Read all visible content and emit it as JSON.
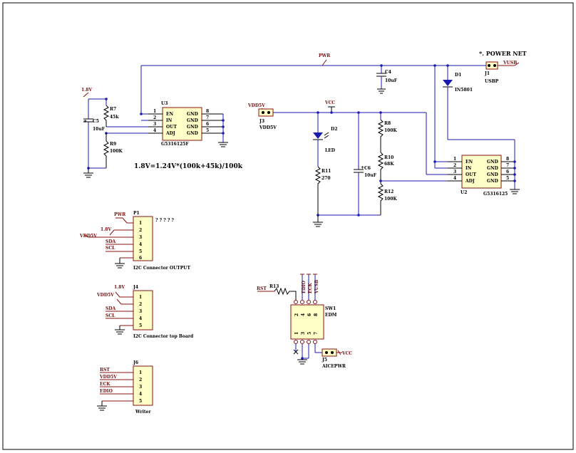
{
  "note": "*. POWER NET",
  "formula": "1.8V=1.24V*(100k+45k)/100k",
  "nets": {
    "pwr": "PWR",
    "v18": "1.8V",
    "vdd5v": "VDD5V",
    "vcc": "VCC",
    "vusb": "VUSB",
    "sda": "SDA",
    "scl": "SCL",
    "rst": "RST",
    "eck": "ECK",
    "edio": "EDIO"
  },
  "u3": {
    "ref": "U3",
    "part": "G5316125F",
    "pins_left": [
      {
        "num": "1",
        "name": "EN"
      },
      {
        "num": "2",
        "name": "IN"
      },
      {
        "num": "3",
        "name": "OUT"
      },
      {
        "num": "4",
        "name": "ADJ"
      }
    ],
    "pins_right": [
      {
        "num": "8",
        "name": "GND"
      },
      {
        "num": "7",
        "name": "GND"
      },
      {
        "num": "6",
        "name": "GND"
      },
      {
        "num": "5",
        "name": "GND"
      }
    ]
  },
  "u2": {
    "ref": "U2",
    "part": "G5316125",
    "pins_left": [
      {
        "num": "1",
        "name": "EN"
      },
      {
        "num": "2",
        "name": "IN"
      },
      {
        "num": "3",
        "name": "OUT"
      },
      {
        "num": "4",
        "name": "ADJ"
      }
    ],
    "pins_right": [
      {
        "num": "8",
        "name": "GND"
      },
      {
        "num": "7",
        "name": "GND"
      },
      {
        "num": "6",
        "name": "GND"
      },
      {
        "num": "5",
        "name": "GND"
      }
    ]
  },
  "r7": {
    "ref": "R7",
    "value": "45k"
  },
  "r9": {
    "ref": "R9",
    "value": "100K"
  },
  "c5": {
    "ref": "C5",
    "value": "10uF"
  },
  "c4": {
    "ref": "C4",
    "value": "10uF"
  },
  "c6": {
    "ref": "C6",
    "value": "10uF"
  },
  "d1": {
    "ref": "D1",
    "value": "IN5801"
  },
  "d2": {
    "ref": "D2",
    "value": "LED"
  },
  "r11": {
    "ref": "R11",
    "value": "270"
  },
  "r8": {
    "ref": "R8",
    "value": "100K"
  },
  "r10": {
    "ref": "R10",
    "value": "68K"
  },
  "r12": {
    "ref": "R12",
    "value": "100K"
  },
  "r13": {
    "ref": "R13"
  },
  "j1": {
    "ref": "J1",
    "value": "USBP"
  },
  "j3": {
    "ref": "J3",
    "value": "VDD5V"
  },
  "j5": {
    "ref": "J5",
    "value": "AICEPWR"
  },
  "p1": {
    "ref": "P1",
    "caption": "I2C Connector OUTPUT",
    "qmarks": "? ? ? ? ?",
    "pins": [
      "1",
      "2",
      "3",
      "4",
      "5",
      "6"
    ]
  },
  "j4": {
    "ref": "J4",
    "caption": "I2C Connector top Board",
    "pins": [
      "1",
      "2",
      "3",
      "4",
      "5"
    ]
  },
  "j6": {
    "ref": "J6",
    "caption": "Writer",
    "pins": [
      "1",
      "2",
      "3",
      "4",
      "5"
    ]
  },
  "sw1": {
    "ref": "SW1",
    "value": "EDM",
    "pins_top": [
      "2",
      "4",
      "6",
      "8"
    ],
    "pins_bot": [
      "1",
      "3",
      "5",
      "7"
    ],
    "top_nets": [
      "EDIO",
      "ECK",
      "VUSB"
    ]
  }
}
